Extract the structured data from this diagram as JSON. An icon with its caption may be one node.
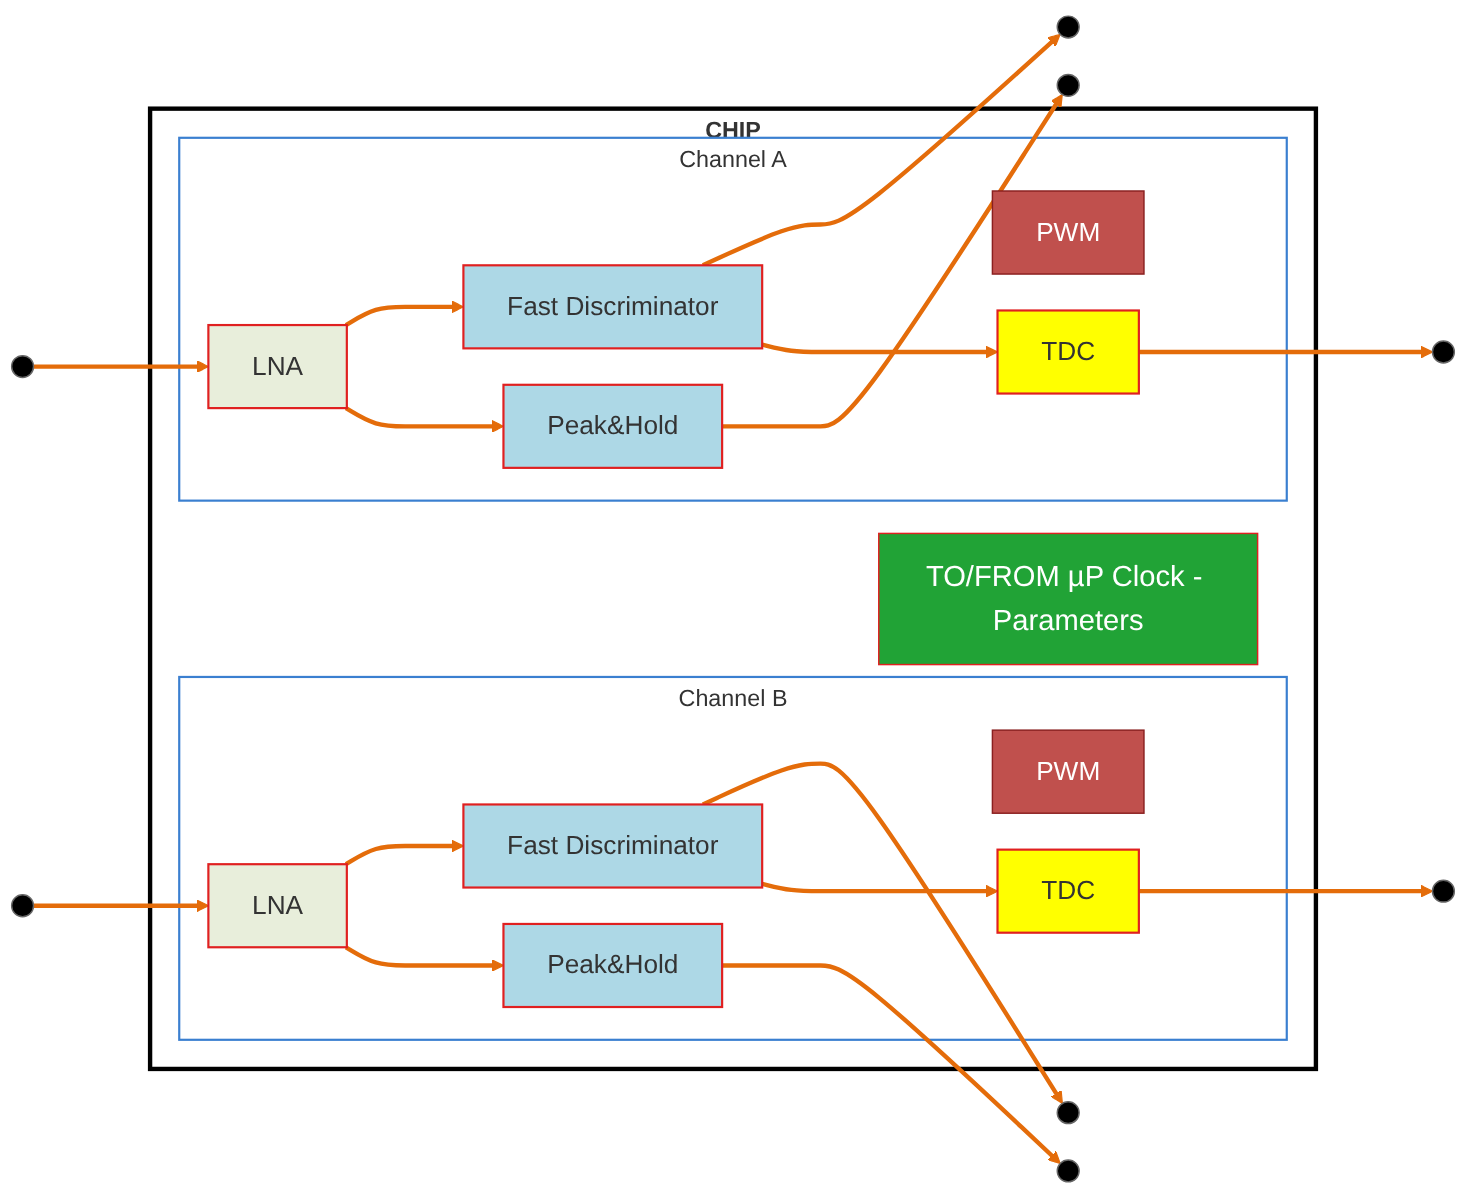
{
  "diagram": {
    "nodes": [
      {
        "text": [
          "CHIP"
        ]
      },
      {
        "text": [
          "TO/FROM µP Clock - Parameters"
        ],
        "in": 0
      },
      {
        "text": [
          "Channel A"
        ],
        "in": 0
      },
      {
        "text": [
          "LNA"
        ],
        "in": 2
      },
      {
        "text": [
          "PWM"
        ],
        "in": 2
      },
      {
        "text": [
          "Fast Discriminator"
        ],
        "in": 2
      },
      {
        "text": [
          "Peak&Hold"
        ],
        "in": 2
      },
      {
        "text": [
          "TDC"
        ],
        "in": 2
      },
      {
        "text": [
          "Channel B"
        ],
        "in": 0
      },
      {
        "text": [
          "LNA"
        ],
        "in": 8
      },
      {
        "text": [
          "PWM"
        ],
        "in": 8
      },
      {
        "text": [
          "Fast Discriminator"
        ],
        "in": 8
      },
      {
        "text": [
          "Peak&Hold"
        ],
        "in": 8
      },
      {
        "text": [
          "TDC"
        ],
        "in": 8
      },
      {
        "text": [],
        "shape": "circle"
      },
      {
        "text": [],
        "shape": "circle"
      },
      {
        "text": [],
        "shape": "circle"
      },
      {
        "text": [],
        "shape": "circle"
      },
      {
        "text": [],
        "shape": "circle"
      },
      {
        "text": [],
        "shape": "circle"
      },
      {
        "text": [],
        "shape": "circle"
      },
      {
        "text": [],
        "shape": "circle"
      }
    ],
    "edges": [
      {
        "from": 14,
        "to": 3,
        "arrow": "to"
      },
      {
        "from": 3,
        "to": 5,
        "arrow": "to"
      },
      {
        "from": 3,
        "to": 6,
        "arrow": "to"
      },
      {
        "from": 5,
        "to": 15,
        "arrow": "to"
      },
      {
        "from": 5,
        "to": 7,
        "arrow": "to"
      },
      {
        "from": 7,
        "to": 16,
        "arrow": "to"
      },
      {
        "from": 6,
        "to": 17,
        "arrow": "to"
      },
      {
        "from": 18,
        "to": 9,
        "arrow": "to"
      },
      {
        "from": 9,
        "to": 11,
        "arrow": "to"
      },
      {
        "from": 9,
        "to": 12,
        "arrow": "to"
      },
      {
        "from": 11,
        "to": 19,
        "arrow": "to"
      },
      {
        "from": 11,
        "to": 13,
        "arrow": "to"
      },
      {
        "from": 13,
        "to": 20,
        "arrow": "to"
      },
      {
        "from": 12,
        "to": 21,
        "arrow": "to"
      }
    ]
  }
}
